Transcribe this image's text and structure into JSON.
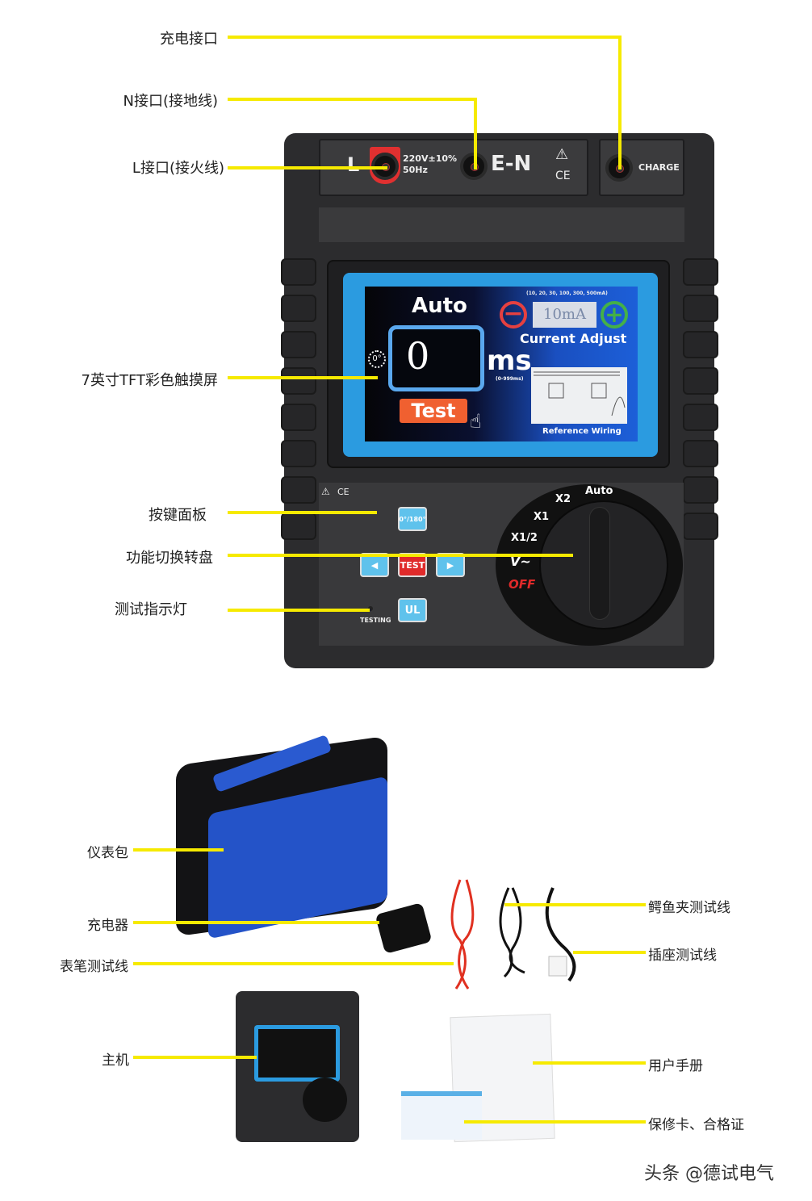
{
  "callouts": {
    "charge_port": "充电接口",
    "n_port": "N接口(接地线)",
    "l_port": "L接口(接火线)",
    "screen": "7英寸TFT彩色触摸屏",
    "keypad": "按键面板",
    "dial": "功能切换转盘",
    "indicator": "测试指示灯"
  },
  "device": {
    "l_label": "L",
    "rating_line1": "220V±10%",
    "rating_line2": "50Hz",
    "en_label": "E-N",
    "charge_label": "CHARGE",
    "ce_mark": "CE",
    "warning_icon": "warning-triangle-icon",
    "screen": {
      "mode": "Auto",
      "value": "0",
      "unit": "ms",
      "unit_range": "(0-999ms)",
      "test_button": "Test",
      "current_options": "(10, 20, 30, 100, 300, 500mA)",
      "current_value": "10mA",
      "current_label": "Current Adjust",
      "wiring_label": "Reference Wiring",
      "phase_icon": "0°"
    },
    "keys": {
      "phase": "0°/180°",
      "left": "◀",
      "test": "TEST",
      "right": "▶",
      "ul": "UL"
    },
    "testing_label": "TESTING",
    "dial_positions": [
      "Auto",
      "X2",
      "X1",
      "X1/2",
      "V~",
      "OFF"
    ]
  },
  "accessories": {
    "bag": "仪表包",
    "charger": "充电器",
    "probe_leads": "表笔测试线",
    "main_unit": "主机",
    "alligator_leads": "鳄鱼夹测试线",
    "socket_lead": "插座测试线",
    "manual": "用户手册",
    "warranty": "保修卡、合格证"
  },
  "watermark": "头条 @德试电气",
  "colors": {
    "callout_line": "#f6ea00",
    "screen_frame": "#2b9be0",
    "test_key": "#e02a2a",
    "key": "#5fc2ec"
  }
}
